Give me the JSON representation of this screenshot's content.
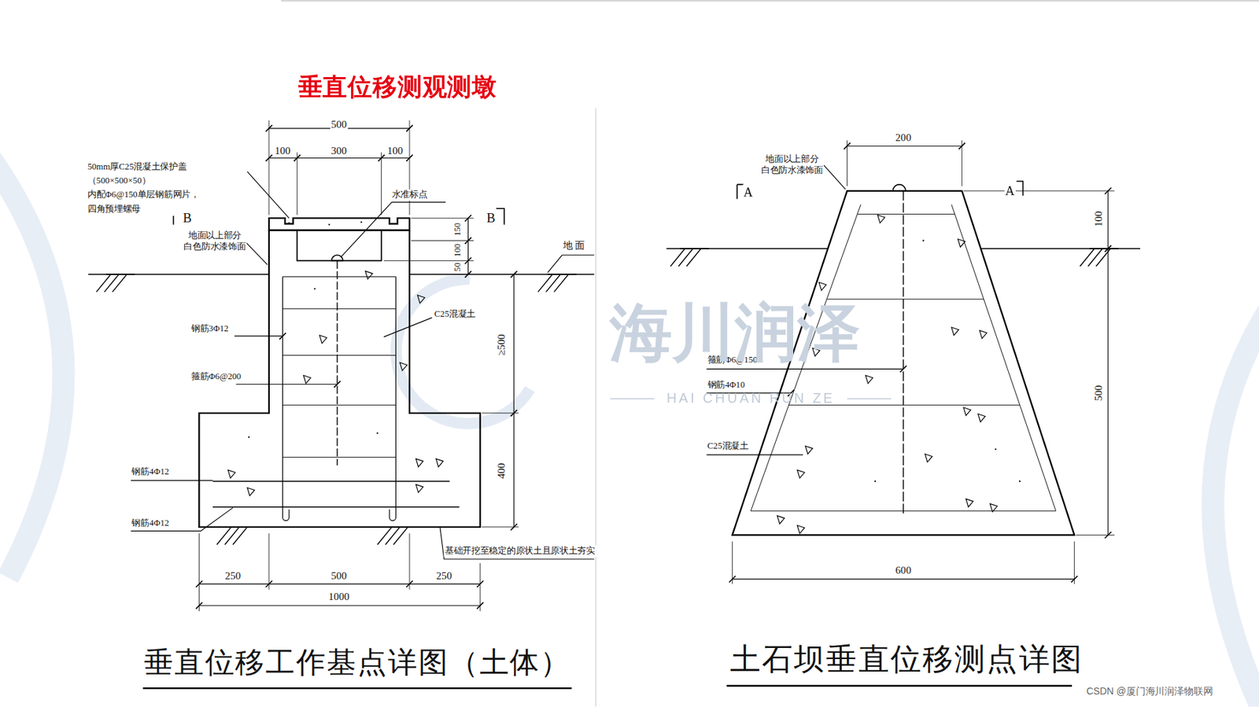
{
  "diagram": {
    "title": "垂直位移测观测墩",
    "labels": [
      "500",
      "100",
      "300",
      "100",
      "50mm厚C25混凝土保护盖（500×500×50） 内配Φ6@150单层钢筋网片，四角预埋螺母",
      "水准标点",
      "B",
      "B",
      "地面以上部分 白色防水漆饰面",
      "地 面",
      "150",
      "100",
      "50",
      "≥500",
      "400",
      "C25混凝土",
      "钢筋3Φ12",
      "箍筋Φ6@200",
      "钢筋4Φ12",
      "钢筋4Φ12",
      "基础开挖至稳定的原状土且原状土夯实",
      "250",
      "500",
      "250",
      "1000",
      "垂直位移工作基点详图（土体）",
      "200",
      "地面以上部分 白色防水漆饰面",
      "A",
      "A",
      "100",
      "500",
      "箍筋Φ6@150",
      "钢筋4Φ10",
      "C25混凝土",
      "600",
      "土石坝垂直位移测点详图",
      "海川润泽",
      "HAI CHUAN RUN ZE",
      "CSDN @厦门海川润泽物联网"
    ]
  }
}
